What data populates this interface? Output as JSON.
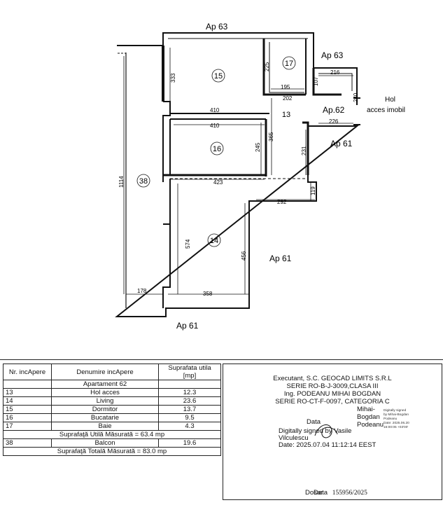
{
  "plan": {
    "neighbours": {
      "top": "Ap 63",
      "top_right": "Ap 63",
      "right_mid": "Ap.62",
      "right_lower": "Ap 61",
      "bottom_right": "Ap 61",
      "bottom": "Ap 61"
    },
    "hol_label": "Hol",
    "hol_label2": "acces imobil",
    "rooms": [
      {
        "id": "15"
      },
      {
        "id": "17"
      },
      {
        "id": "13"
      },
      {
        "id": "16"
      },
      {
        "id": "38"
      },
      {
        "id": "14"
      }
    ],
    "dimensions": {
      "d333": "333",
      "d225": "225",
      "d216": "216",
      "d107": "107",
      "d195": "195",
      "d202": "202",
      "d240": "240",
      "d410a": "410",
      "d410b": "410",
      "d365": "365",
      "d226": "226",
      "d245": "245",
      "d231": "231",
      "d1114": "1114",
      "d423": "423",
      "d119": "119",
      "d292": "292",
      "d574": "574",
      "d456": "456",
      "d178": "178",
      "d358": "358"
    }
  },
  "table": {
    "headers": {
      "nr": "Nr. incApere",
      "name": "Denumire incApere",
      "area": "Suprafata utila",
      "area_unit": "[mp]"
    },
    "apartment": "Apartament  62",
    "rows": [
      {
        "nr": "13",
        "name": "Hol acces",
        "area": "12.3"
      },
      {
        "nr": "14",
        "name": "Living",
        "area": "23.6"
      },
      {
        "nr": "15",
        "name": "Dormitor",
        "area": "13.7"
      },
      {
        "nr": "16",
        "name": "Bucatarie",
        "area": "9.5"
      },
      {
        "nr": "17",
        "name": "Baie",
        "area": "4.3"
      }
    ],
    "usable_total": "Suprafaţă Utilă Măsurată = 63.4   mp",
    "balcony": {
      "nr": "38",
      "name": "Balcon",
      "area": "19.6"
    },
    "grand_total": "Suprafaţă Totală Măsurată = 83.0   mp"
  },
  "executant": {
    "line1": "Executant, S.C. GEOCAD LIMITS S.R.L",
    "line2": "SERIE RO-B-J-3009,CLASA III",
    "line3": "Ing. PODEANU MIHAI BOGDAN",
    "line4": "SERIE RO-CT-F-0097, CATEGORIA C"
  },
  "signature": {
    "name1": "Mihai-",
    "name2": "Bogdan",
    "name3": "Podeanu",
    "stamp": [
      "Digitally signed",
      "by Mihai-Bogdan",
      "Podeanu",
      "Date: 2025.06.20",
      "16:00:05 +03'00'"
    ],
    "data_label": "Data",
    "signed_by": "Digitally signed by Vasile",
    "signed_name": "Vilculescu",
    "date_line": "Date: 2025.07.04 11:12:14 EEST"
  },
  "footer": {
    "dosar": "Dosar",
    "data": "Data",
    "number": "155956/2025"
  }
}
